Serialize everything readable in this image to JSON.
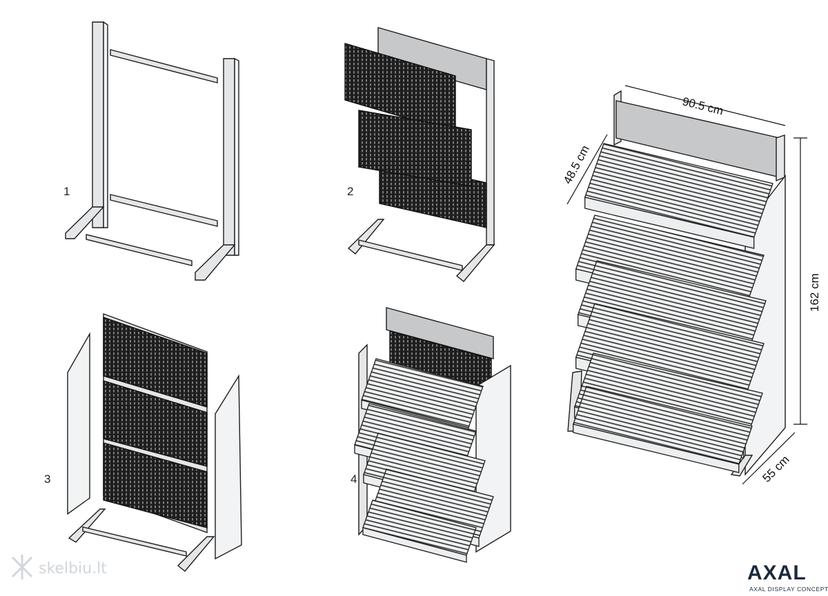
{
  "steps": [
    {
      "label": "1"
    },
    {
      "label": "2"
    },
    {
      "label": "3"
    },
    {
      "label": "4"
    }
  ],
  "dimensions": {
    "width": "90.5 cm",
    "shelf_depth": "48.5 cm",
    "height": "162 cm",
    "base_depth": "55 cm"
  },
  "watermark": {
    "text": "skelbiu.lt"
  },
  "logo": {
    "text": "AXAL",
    "subtitle": "AXAL DISPLAY CONCEPT"
  },
  "colors": {
    "logo": "#1a2a3c",
    "panel": "#222222",
    "frame": "#e4e6e8"
  }
}
